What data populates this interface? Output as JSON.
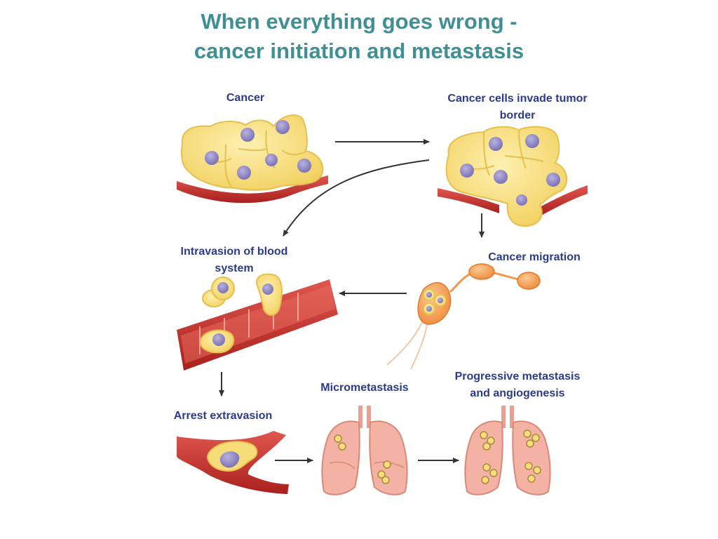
{
  "title": {
    "line1": "When everything goes wrong -",
    "line2": "cancer initiation and metastasis"
  },
  "stages": {
    "cancer": "Cancer",
    "invade_line1": "Cancer cells invade tumor",
    "invade_line2": "border",
    "intravasion_line1": "Intravasion of blood",
    "intravasion_line2": "system",
    "migration": "Cancer migration",
    "arrest": "Arrest extravasion",
    "micrometastasis": "Micrometastasis",
    "progressive_line1": "Progressive metastasis",
    "progressive_line2": "and angiogenesis"
  },
  "colors": {
    "title": "#3f8f95",
    "label": "#2b3a8c",
    "cell_fill": "#f6dd7a",
    "nucleus": "#8f86c4",
    "vessel": "#c9302c",
    "lung": "#f3b2a4",
    "migrating_cell": "#f39a4a"
  }
}
